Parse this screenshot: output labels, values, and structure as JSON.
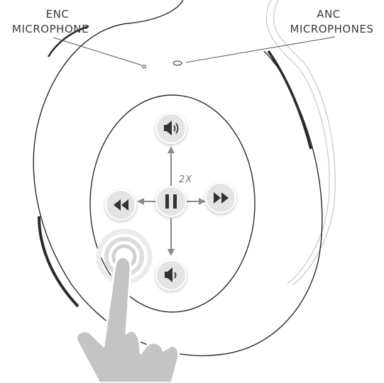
{
  "labels": {
    "enc_line1": "ENC",
    "enc_line2": "MICROPHONE",
    "anc_line1": "ANC",
    "anc_line2": "MICROPHONES",
    "tap_count": "2X"
  },
  "controls": {
    "volume_up": "volume-up-icon",
    "previous_track": "rewind-icon",
    "play_pause": "pause-icon",
    "next_track": "fast-forward-icon",
    "volume_down": "volume-down-icon"
  },
  "colors": {
    "outline": "#2a2a2a",
    "button_fill": "#e4e4e4",
    "arrow": "#8a8a8a",
    "hand": "#c4c4c4",
    "ripple": "#e0e0e0"
  }
}
